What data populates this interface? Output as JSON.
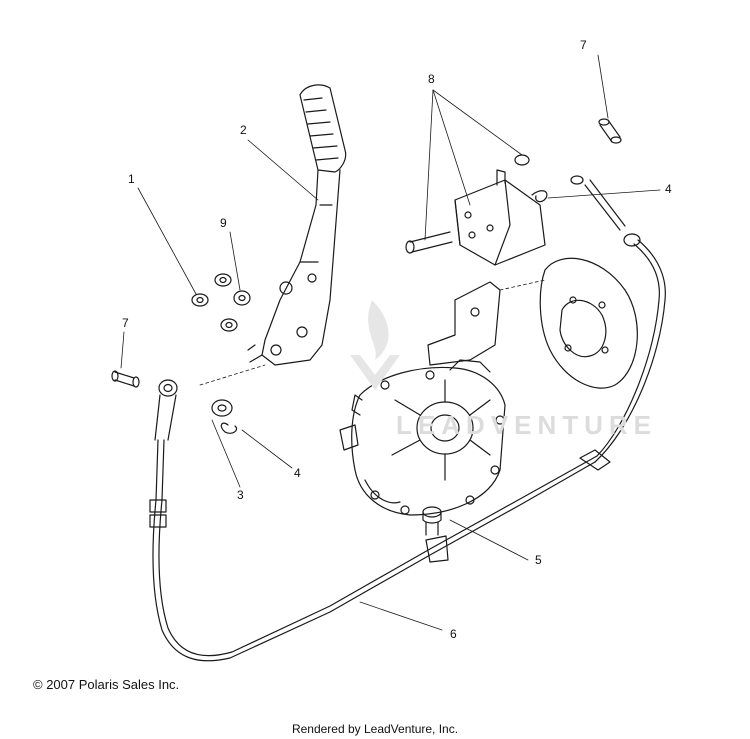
{
  "callouts": [
    {
      "id": "1",
      "label": "1"
    },
    {
      "id": "2",
      "label": "2"
    },
    {
      "id": "3",
      "label": "3"
    },
    {
      "id": "4a",
      "label": "4"
    },
    {
      "id": "4b",
      "label": "4"
    },
    {
      "id": "5",
      "label": "5"
    },
    {
      "id": "6",
      "label": "6"
    },
    {
      "id": "7a",
      "label": "7"
    },
    {
      "id": "7b",
      "label": "7"
    },
    {
      "id": "8",
      "label": "8"
    },
    {
      "id": "9",
      "label": "9"
    }
  ],
  "watermark": "LEADVENTURE",
  "footer": {
    "copyright": "© 2007 Polaris Sales Inc.",
    "rendered_by": "Rendered by LeadVenture, Inc."
  },
  "colors": {
    "line": "#1a1a1a",
    "watermark": "#dcdcdc"
  }
}
